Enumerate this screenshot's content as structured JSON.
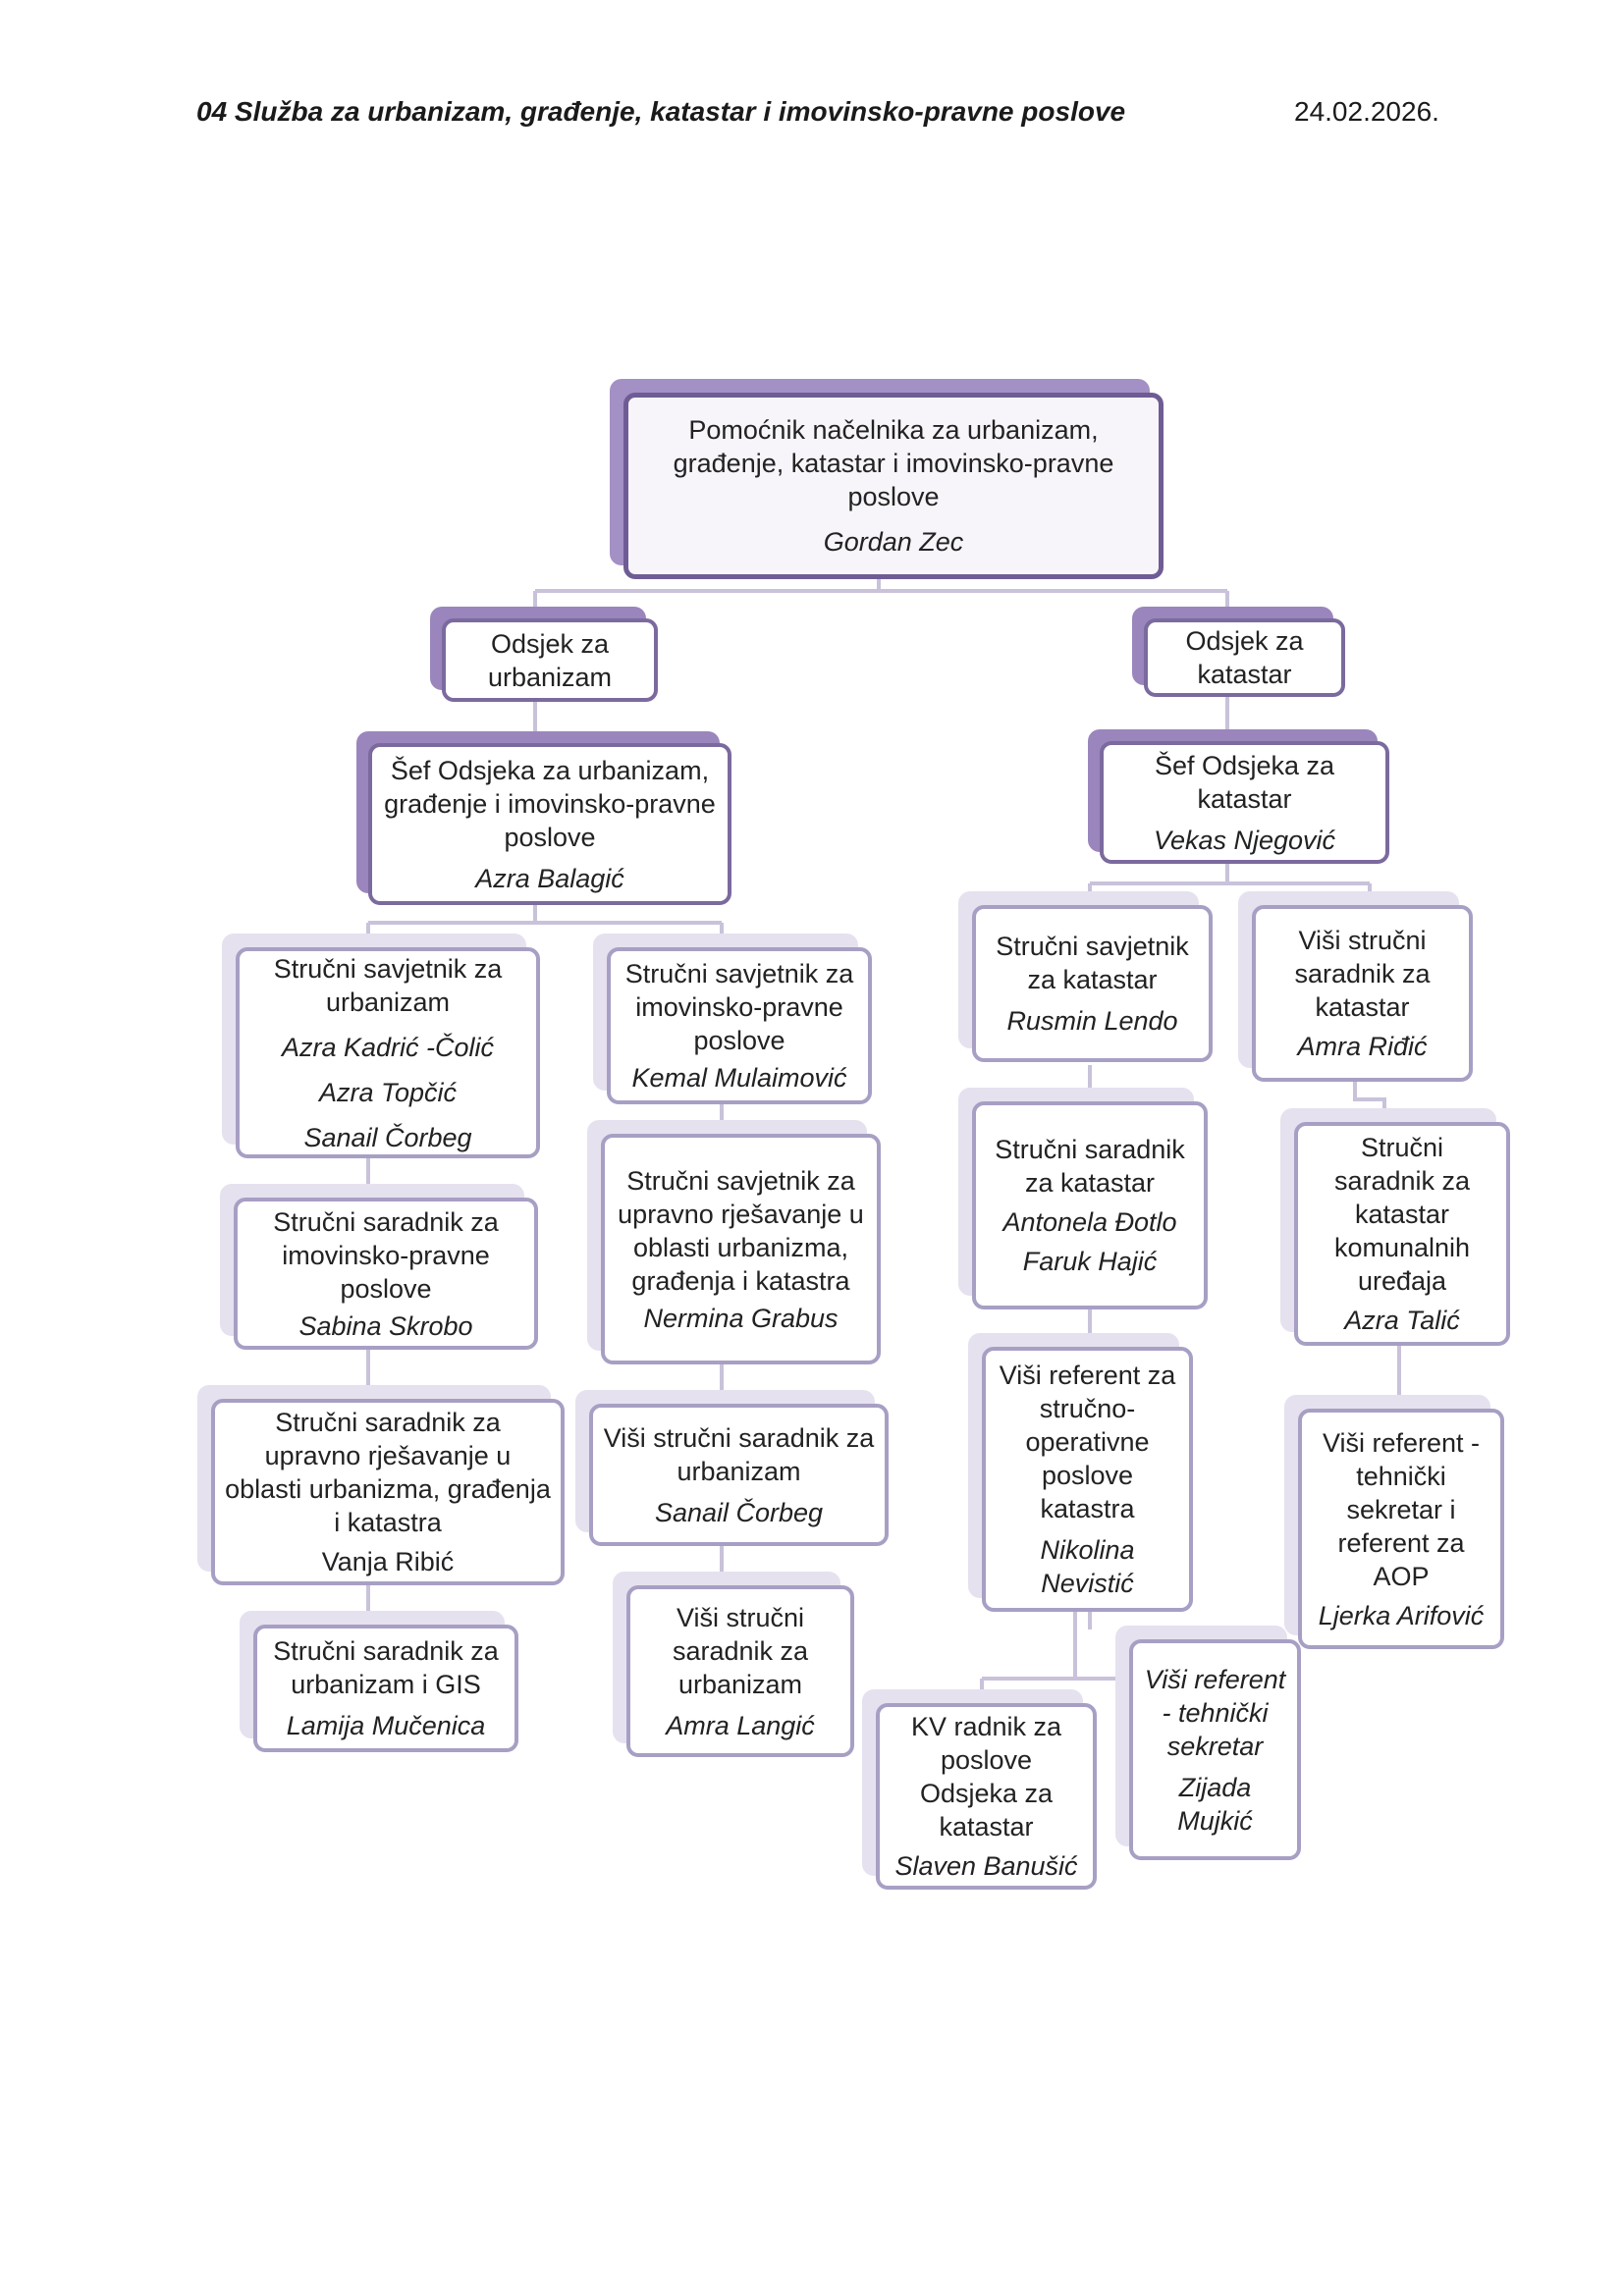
{
  "header": {
    "title": "04 Služba za urbanizam, građenje, katastar i imovinsko-pravne poslove",
    "date": "24.02.2026."
  },
  "org": {
    "head": {
      "title": "Pomoćnik načelnika za urbanizam, građenje, katastar i imovinsko-pravne poslove",
      "name": "Gordan Zec"
    },
    "dept_urb": {
      "title": "Odsjek za urbanizam"
    },
    "dept_kat": {
      "title": "Odsjek za katastar"
    },
    "chief_urb": {
      "title": "Šef Odsjeka za urbanizam, građenje i imovinsko-pravne poslove",
      "name": "Azra Balagić"
    },
    "chief_kat": {
      "title": "Šef Odsjeka za katastar",
      "name": "Vekas Njegović"
    },
    "u1": {
      "title": "Stručni savjetnik za urbanizam",
      "names": [
        "Azra Kadrić -Čolić",
        "Azra Topčić",
        "Sanail Čorbeg"
      ]
    },
    "u2": {
      "title": "Stručni saradnik za imovinsko-pravne poslove",
      "name": "Sabina Skrobo"
    },
    "u3": {
      "title": "Stručni saradnik za upravno rješavanje u oblasti urbanizma, građenja i katastra",
      "name": "Vanja Ribić"
    },
    "u4": {
      "title": "Stručni saradnik za urbanizam i GIS",
      "name": "Lamija Mučenica"
    },
    "v1": {
      "title": "Stručni savjetnik za imovinsko-pravne poslove",
      "name": "Kemal Mulaimović"
    },
    "v2": {
      "title": "Stručni savjetnik za upravno rješavanje u oblasti urbanizma, građenja i katastra",
      "name": "Nermina Grabus"
    },
    "v3": {
      "title": "Viši stručni saradnik za urbanizam",
      "name": "Sanail Čorbeg"
    },
    "v4": {
      "title": "Viši stručni saradnik za urbanizam",
      "name": "Amra Langić"
    },
    "k1": {
      "title": "Stručni savjetnik za katastar",
      "name": "Rusmin Lendo"
    },
    "k2": {
      "title": "Stručni saradnik za katastar",
      "names": [
        "Antonela Đotlo",
        "Faruk Hajić"
      ]
    },
    "k3": {
      "title": "Viši referent za stručno-operativne poslove katastra",
      "name": "Nikolina Nevistić"
    },
    "k4": {
      "title": "KV radnik za poslove Odsjeka za katastar",
      "name": "Slaven Banušić"
    },
    "k5": {
      "title": "Viši referent - tehnički sekretar",
      "name": "Zijada Mujkić"
    },
    "m1": {
      "title": "Viši stručni saradnik za katastar",
      "name": "Amra Riđić"
    },
    "m2": {
      "title": "Stručni saradnik za katastar komunalnih uređaja",
      "name": "Azra Talić"
    },
    "m3": {
      "title": "Viši referent - tehnički sekretar i referent za AOP",
      "name": "Ljerka Arifović"
    }
  }
}
